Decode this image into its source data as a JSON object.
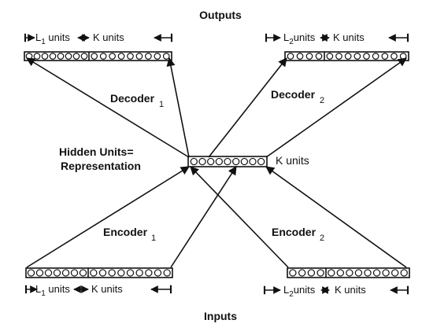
{
  "titles": {
    "outputs": "Outputs",
    "inputs": "Inputs"
  },
  "labels": {
    "decoder1": {
      "text": "Decoder",
      "sub": "1"
    },
    "decoder2": {
      "text": "Decoder",
      "sub": "2"
    },
    "encoder1": {
      "text": "Encoder",
      "sub": "1"
    },
    "encoder2": {
      "text": "Encoder",
      "sub": "2"
    },
    "hidden_line1": "Hidden Units=",
    "hidden_line2": "Representation",
    "hidden_k": "K units"
  },
  "dims": {
    "l1": {
      "text": "L",
      "sub": "1",
      "tail": " units"
    },
    "l2": {
      "text": "L",
      "sub": "2",
      "tail": "units"
    },
    "k": "K units"
  },
  "colors": {
    "ink": "#111111",
    "background": "#ffffff"
  }
}
